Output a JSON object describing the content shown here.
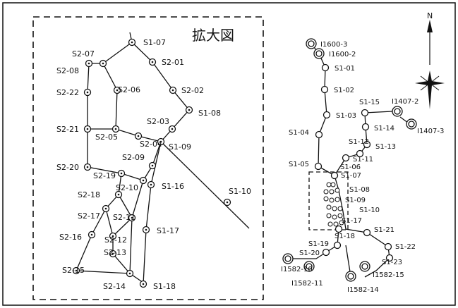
{
  "inset": {
    "title": "拡大図"
  },
  "north": {
    "label": "N"
  },
  "inset_nodes": {
    "s107": "S1-07",
    "s201": "S2-01",
    "s202": "S2-02",
    "s108": "S1-08",
    "s203": "S2-03",
    "s207": "S2-07",
    "s208": "S2-08",
    "s206": "S2-06",
    "s222": "S2-22",
    "s221": "S2-21",
    "s205": "S2-05",
    "s204": "S2-04",
    "s109": "S1-09",
    "s209": "S2-09",
    "s220": "S2-20",
    "s219": "S2-19",
    "s210": "S2-10",
    "s116": "S1-16",
    "s218": "S2-18",
    "s217": "S2-17",
    "s211": "S2-11",
    "s110": "S1-10",
    "s216": "S2-16",
    "s212": "S2-12",
    "s117": "S1-17",
    "s213": "S2-13",
    "s215": "S2-15",
    "s214": "S2-14",
    "s118": "S1-18"
  },
  "main_nodes": {
    "i1600_3": "I1600-3",
    "i1600_2": "I1600-2",
    "s101": "S1-01",
    "s102": "S1-02",
    "s103": "S1-03",
    "s104": "S1-04",
    "s105": "S1-05",
    "s115": "S1-15",
    "i1407_2": "I1407-2",
    "i1407_3": "I1407-3",
    "s114": "S1-14",
    "s112": "S1-12",
    "s113": "S1-13",
    "s111": "S1-11",
    "s106": "S1-06",
    "s107": "S1-07",
    "s108": "S1-08",
    "s109": "S1-09",
    "s110": "S1-10",
    "s117": "S1-17",
    "s118": "S1-18",
    "s121": "S1-21",
    "s119": "S1-19",
    "s122": "S1-22",
    "s120": "S1-20",
    "s123": "S1-23",
    "i1582_10": "I1582-10",
    "i1582_11": "I1582-11",
    "i1582_15": "I1582-15",
    "i1582_14": "I1582-14"
  }
}
